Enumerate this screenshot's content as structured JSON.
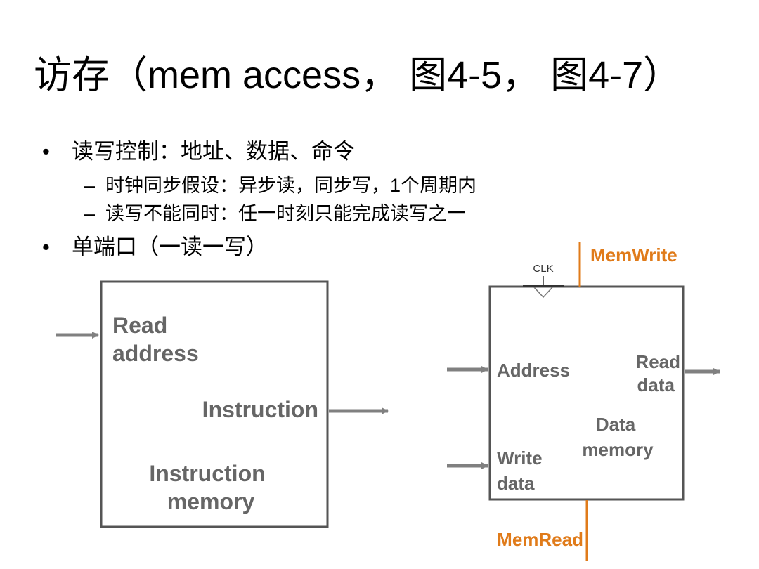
{
  "title": "访存（mem access， 图4-5， 图4-7）",
  "bullets": [
    {
      "text": "读写控制：地址、数据、命令",
      "sub": [
        "时钟同步假设：异步读，同步写，1个周期内",
        "读写不能同时：任一时刻只能完成读写之一"
      ]
    },
    {
      "text": "单端口（一读一写）",
      "sub": []
    }
  ],
  "instruction_memory": {
    "input_label_line1": "Read",
    "input_label_line2": "address",
    "output_label": "Instruction",
    "name_line1": "Instruction",
    "name_line2": "memory"
  },
  "data_memory": {
    "clk": "CLK",
    "mem_write": "MemWrite",
    "mem_read": "MemRead",
    "address": "Address",
    "write_data_line1": "Write",
    "write_data_line2": "data",
    "read_data_line1": "Read",
    "read_data_line2": "data",
    "name_line1": "Data",
    "name_line2": "memory"
  },
  "colors": {
    "control": "#e07b1a",
    "wire": "#808080",
    "box": "#555555"
  }
}
